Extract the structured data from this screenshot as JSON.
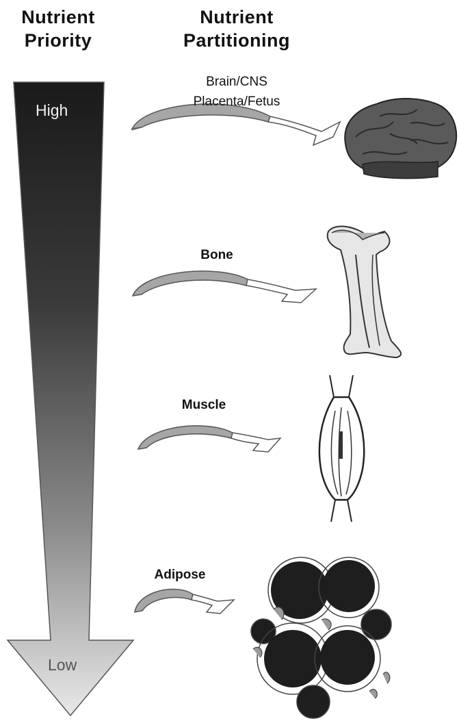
{
  "headers": {
    "priority_line1": "Nutrient",
    "priority_line2": "Priority",
    "partitioning_line1": "Nutrient",
    "partitioning_line2": "Partitioning"
  },
  "levels": {
    "high": "High",
    "low": "Low"
  },
  "tissues": {
    "brain_line1": "Brain/CNS",
    "brain_line2": "Placenta/Fetus",
    "bone": "Bone",
    "muscle": "Muscle",
    "adipose": "Adipose"
  },
  "colors": {
    "arrow_top": "#1a1a1a",
    "arrow_bottom": "#e4e4e4",
    "curved_arrow_fill": "#a6a6a6"
  },
  "icons": [
    "brain-icon",
    "bone-icon",
    "muscle-icon",
    "adipose-cells-icon"
  ]
}
